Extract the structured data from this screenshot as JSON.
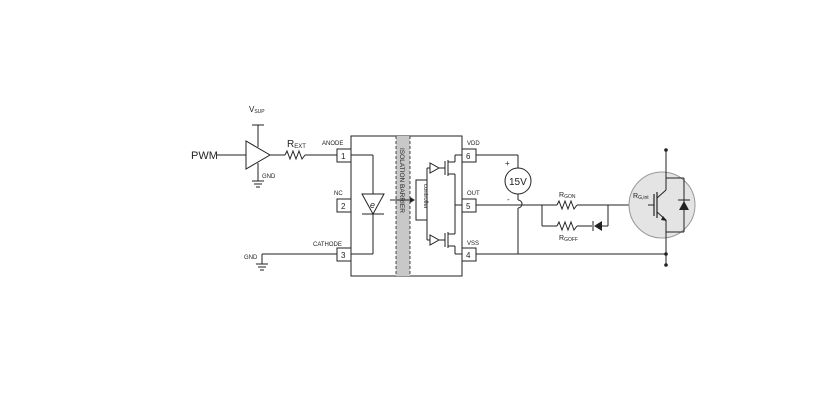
{
  "labels": {
    "pwm": "PWM",
    "vsup": "V",
    "vsup_sub": "SUP",
    "gnd_buffer": "GND",
    "rext": "R",
    "rext_sub": "EXT",
    "anode": "ANODE",
    "nc": "NC",
    "cathode": "CATHODE",
    "gnd_left": "GND",
    "isolation_barrier": "ISOLATION BARRIER",
    "controller": "controller",
    "led_symbol": "e",
    "vdd": "VDD",
    "out": "OUT",
    "vss": "VSS",
    "source_voltage": "15V",
    "plus": "+",
    "minus": "-",
    "rgon": "R",
    "rgon_sub": "GON",
    "rgoff": "R",
    "rgoff_sub": "GOFF",
    "rgint": "R",
    "rgint_sub": "G,int"
  },
  "pins": {
    "p1": "1",
    "p2": "2",
    "p3": "3",
    "p4": "4",
    "p5": "5",
    "p6": "6"
  },
  "colors": {
    "line": "#222222",
    "barrier": "#c8c8c8",
    "igbt_circle": "#e4e4e4"
  }
}
